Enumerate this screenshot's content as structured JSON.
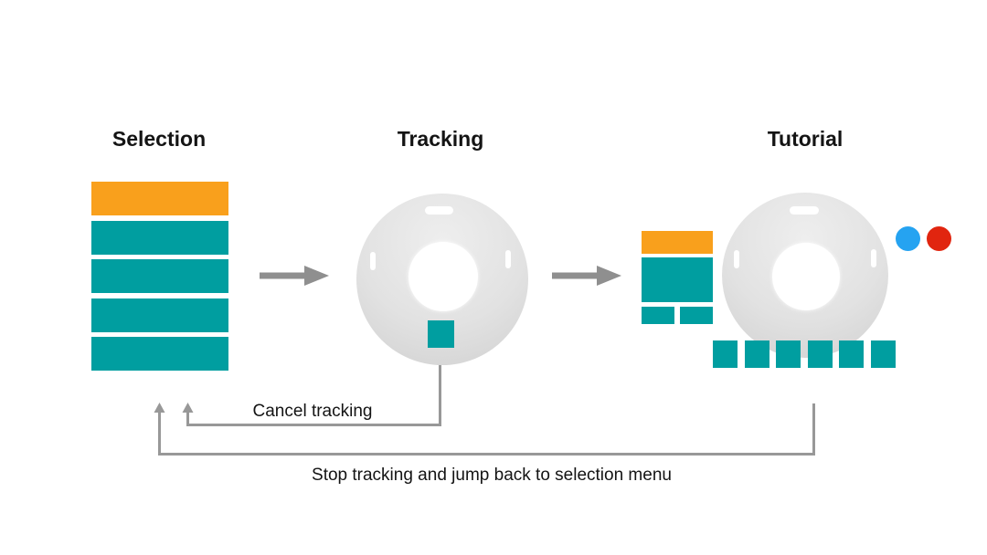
{
  "diagram": {
    "stages": [
      {
        "id": "selection",
        "title": "Selection"
      },
      {
        "id": "tracking",
        "title": "Tracking"
      },
      {
        "id": "tutorial",
        "title": "Tutorial"
      }
    ],
    "annotations": {
      "cancel": "Cancel tracking",
      "stop": "Stop tracking and jump back to selection menu"
    }
  },
  "icons": {
    "flow_arrow": "right-arrow",
    "scanner_gantry": "donut-ring",
    "scanner_slot": "rounded-pill",
    "tracking_target": "teal-square",
    "status_dots": [
      "blue-circle",
      "red-circle"
    ]
  },
  "colors": {
    "accent_orange": "#F9A01C",
    "accent_teal": "#009EA0",
    "arrow_gray": "#8F8F8F",
    "line_gray": "#989898",
    "dot_blue": "#25A3F1",
    "dot_red": "#E1250F",
    "text_black": "#141414"
  }
}
